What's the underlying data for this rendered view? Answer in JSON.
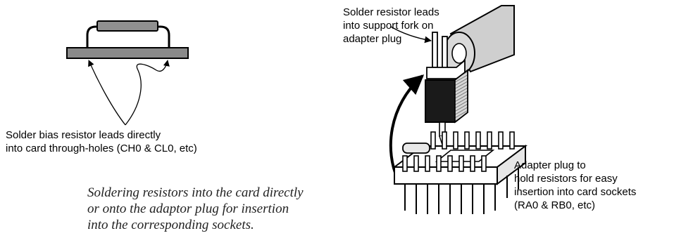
{
  "labels": {
    "card_holes": [
      "Solder bias resistor leads directly",
      "into card through-holes (CH0 & CL0, etc)"
    ],
    "fork": [
      "Solder resistor leads",
      "into support fork on",
      "adapter plug"
    ],
    "adapter": [
      "Adapter plug to",
      "hold resistors for easy",
      "insertion into card sockets",
      "(RA0 & RB0, etc)"
    ]
  },
  "caption": [
    "Soldering resistors into the card directly",
    "or onto the adaptor plug for insertion",
    "into the corresponding sockets."
  ],
  "colors": {
    "ink": "#000000",
    "board": "#8a8a8a",
    "resistor_body": "#909090",
    "plug_body": "#1a1a1a",
    "cylinder": "#cfcfcf"
  }
}
